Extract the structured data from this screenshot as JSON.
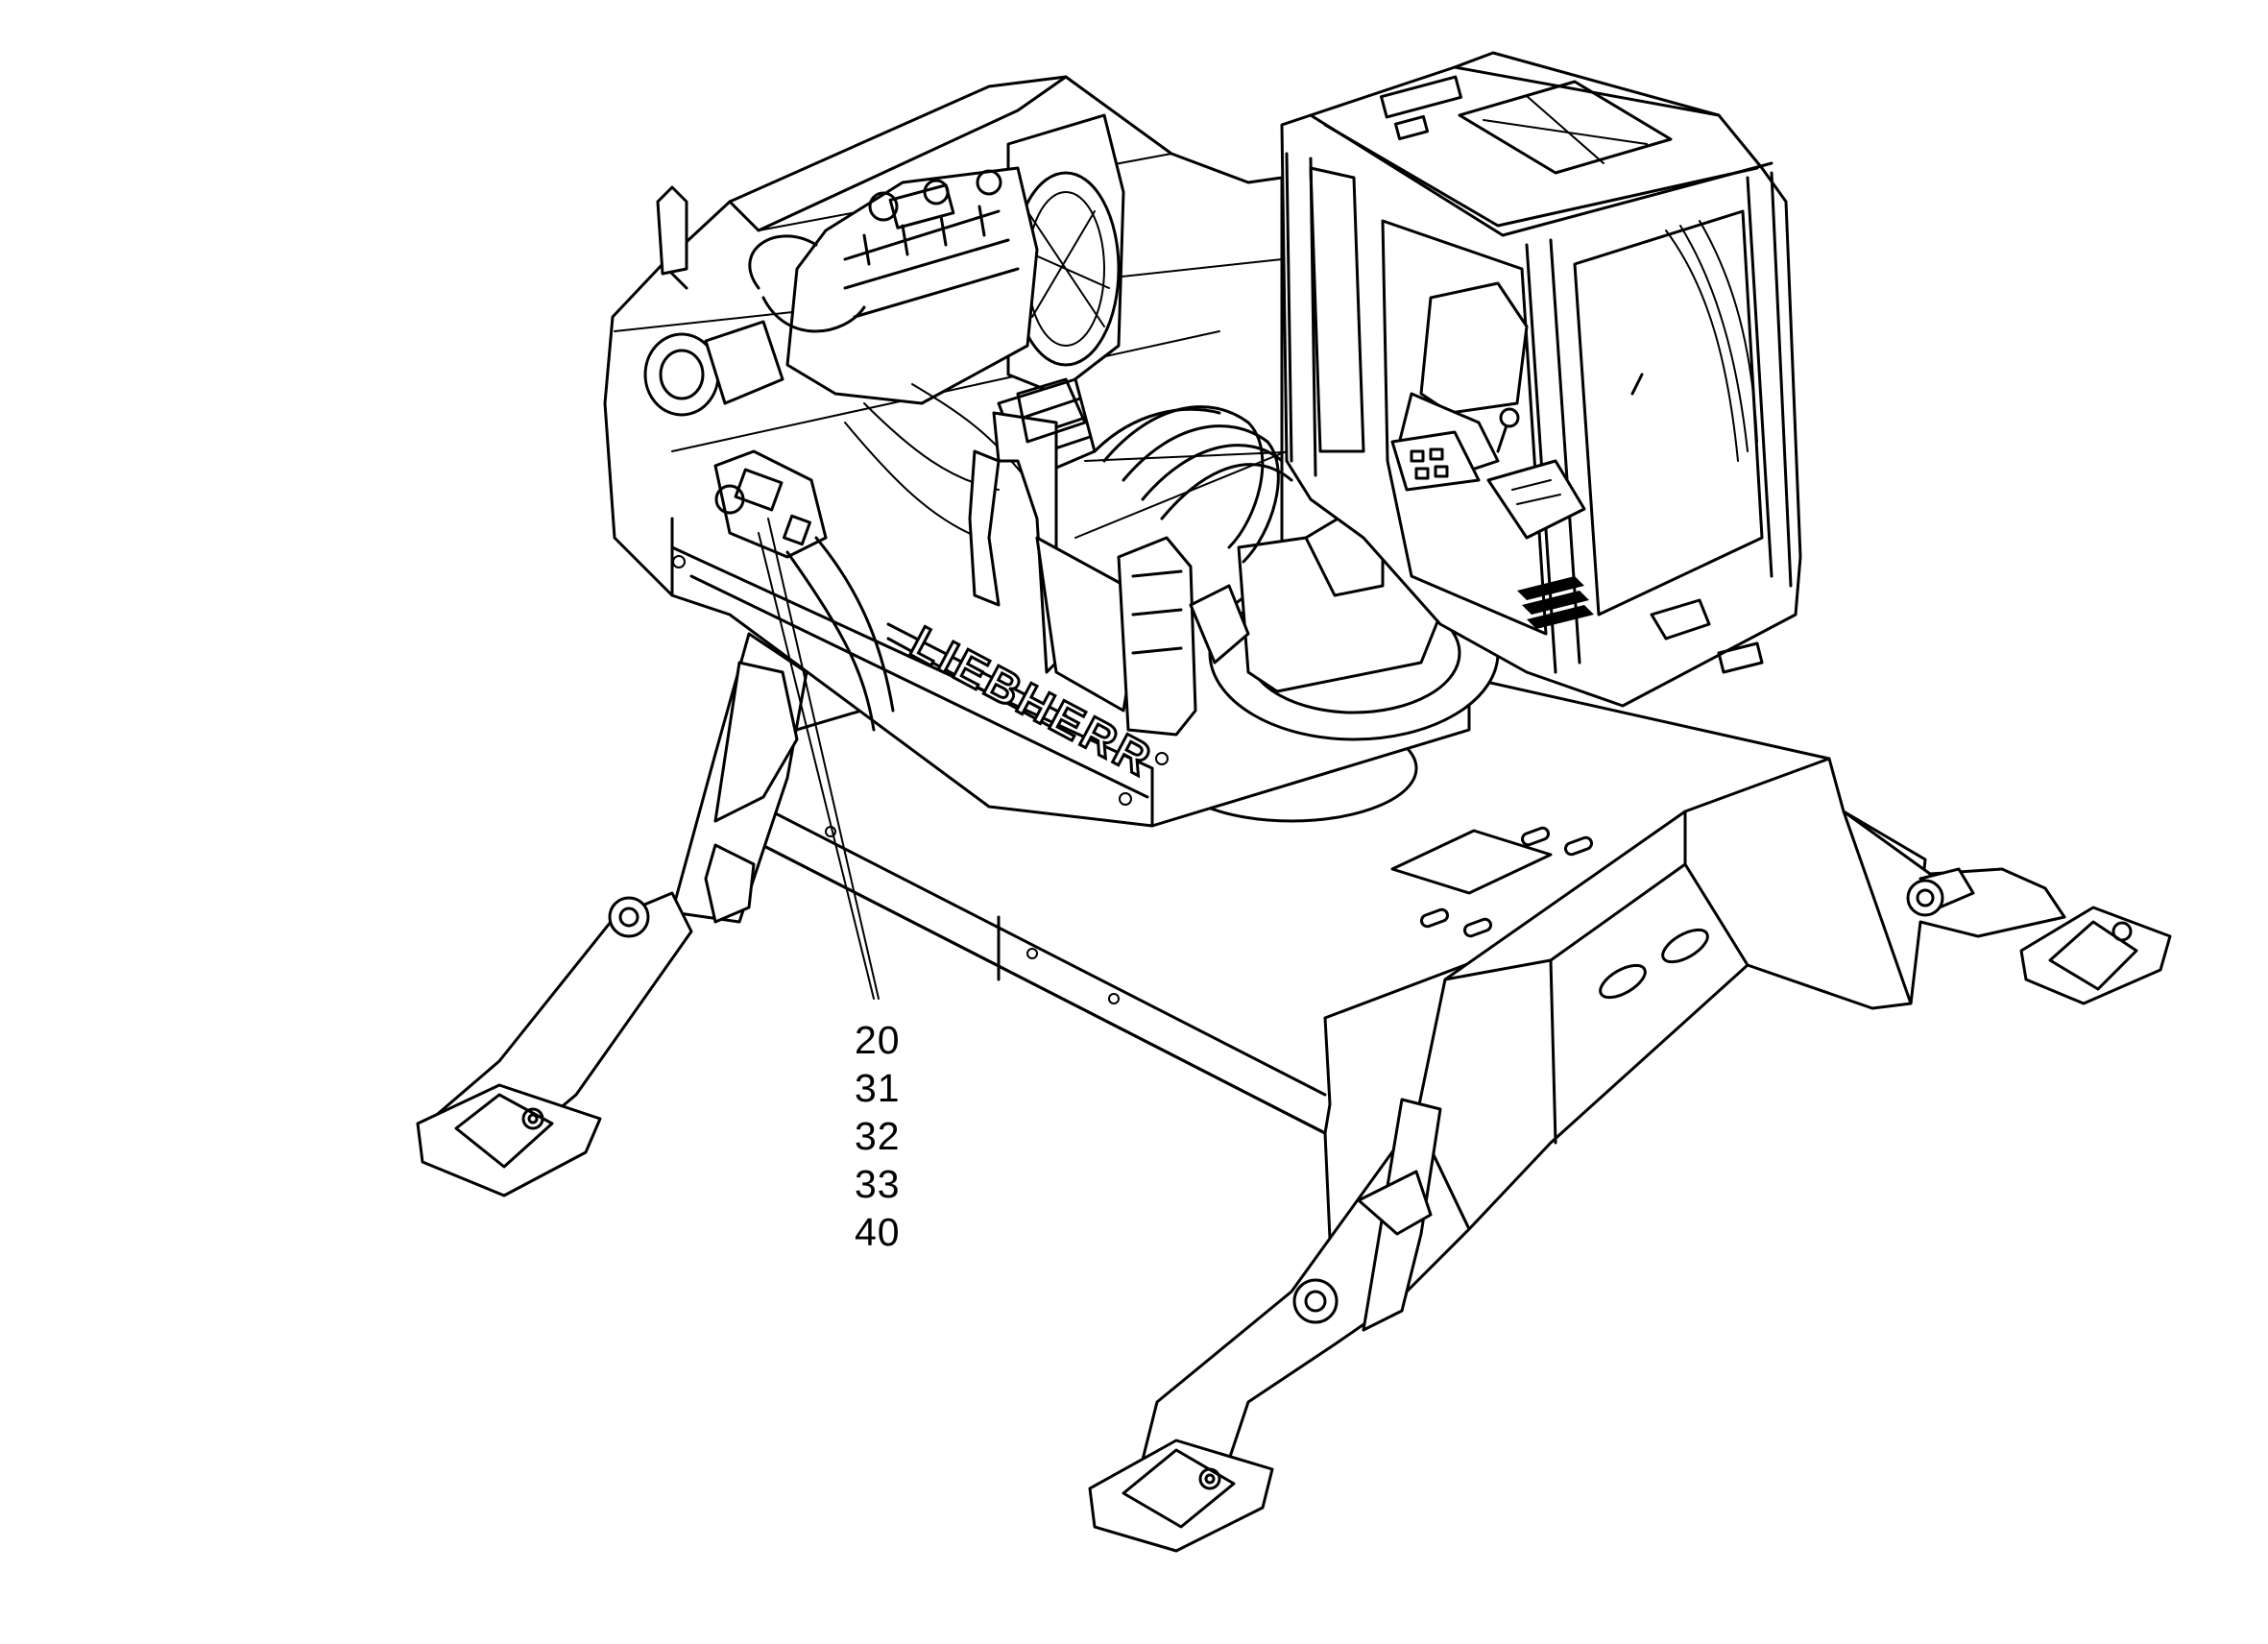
{
  "diagram": {
    "brand_lettering": "LIEBHERR",
    "callouts": [
      "20",
      "31",
      "32",
      "33",
      "40"
    ]
  }
}
